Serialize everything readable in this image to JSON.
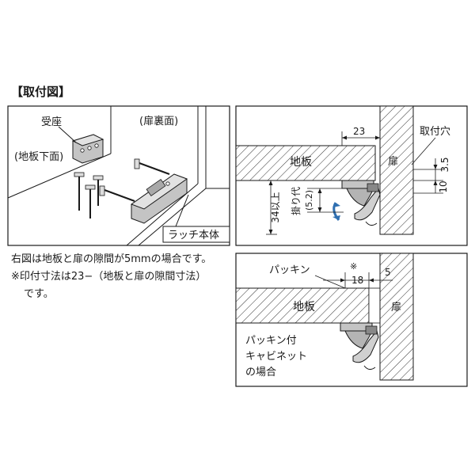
{
  "heading": "【取付図】",
  "left_panel": {
    "labels": {
      "receiver": "受座",
      "floor_underside": "(地板下面)",
      "door_back": "(扉裏面)",
      "latch_body": "ラッチ本体"
    }
  },
  "notes": [
    "右図は地板と扉の隙間が5mmの場合です。",
    "※印付寸法は23−（地板と扉の隙間寸法）",
    "です。"
  ],
  "top_right_panel": {
    "labels": {
      "floor_board": "地板",
      "door": "扉",
      "mount_hole": "取付穴",
      "min_34": "34以上",
      "catch_margin": "掛り代",
      "catch_margin_value": "(5.2)"
    },
    "dims": {
      "d23": "23",
      "d35": "3.5",
      "d10": "10"
    }
  },
  "bottom_right_panel": {
    "labels": {
      "packing": "パッキン",
      "floor_board": "地板",
      "door": "扉",
      "case_line1": "パッキン付",
      "case_line2": "キャビネット",
      "case_line3": "の場合",
      "asterisk": "※"
    },
    "dims": {
      "d18": "18",
      "d5": "5"
    }
  },
  "colors": {
    "line": "#1a1a1a",
    "part_fill": "#b4b4b4",
    "arrow_blue": "#2f6fb0"
  }
}
